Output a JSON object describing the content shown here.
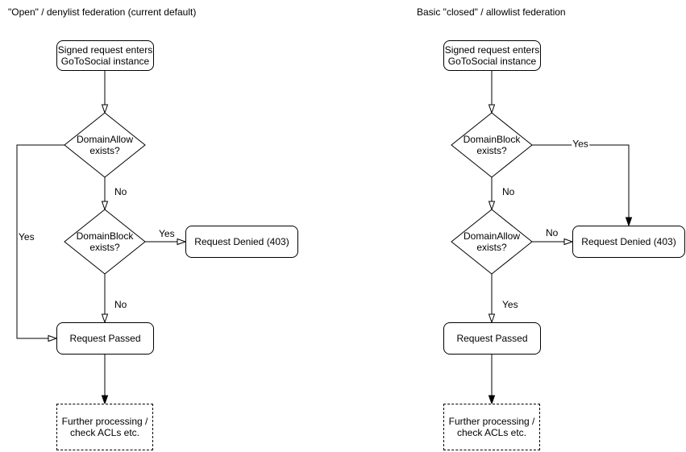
{
  "canvas": {
    "background": "#ffffff",
    "line_color": "#000000",
    "text_color": "#000000"
  },
  "left_chart": {
    "title": "\"Open\" / denylist federation (current default)",
    "nodes": {
      "entry": "Signed request enters\nGoToSocial instance",
      "domain_allow": "DomainAllow\nexists?",
      "domain_block": "DomainBlock\nexists?",
      "denied": "Request Denied (403)",
      "passed": "Request Passed",
      "further": "Further processing /\ncheck ACLs etc."
    },
    "labels": {
      "allow_yes": "Yes",
      "allow_no": "No",
      "block_yes": "Yes",
      "block_no": "No"
    }
  },
  "right_chart": {
    "title": "Basic \"closed\" / allowlist federation",
    "nodes": {
      "entry": "Signed request enters\nGoToSocial instance",
      "domain_block": "DomainBlock\nexists?",
      "domain_allow": "DomainAllow\nexists?",
      "denied": "Request Denied (403)",
      "passed": "Request Passed",
      "further": "Further processing /\ncheck ACLs etc."
    },
    "labels": {
      "block_yes": "Yes",
      "block_no": "No",
      "allow_no": "No",
      "allow_yes": "Yes"
    }
  }
}
